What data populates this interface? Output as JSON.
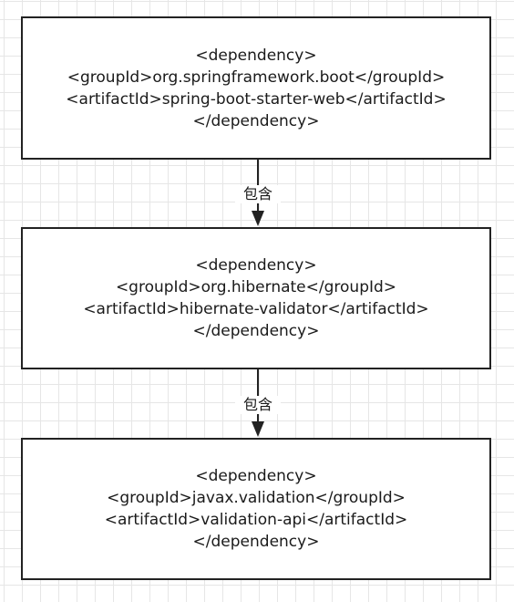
{
  "nodes": [
    {
      "lines": [
        "<dependency>",
        "<groupId>org.springframework.boot</groupId>",
        "<artifactId>spring-boot-starter-web</artifactId>",
        "</dependency>"
      ]
    },
    {
      "lines": [
        "<dependency>",
        "<groupId>org.hibernate</groupId>",
        "<artifactId>hibernate-validator</artifactId>",
        "</dependency>"
      ]
    },
    {
      "lines": [
        "<dependency>",
        "<groupId>javax.validation</groupId>",
        "<artifactId>validation-api</artifactId>",
        "</dependency>"
      ]
    }
  ],
  "edges": [
    {
      "label": "包含"
    },
    {
      "label": "包含"
    }
  ],
  "colors": {
    "border": "#222222",
    "grid": "#e6e6e6",
    "text": "#1a1a1a"
  }
}
